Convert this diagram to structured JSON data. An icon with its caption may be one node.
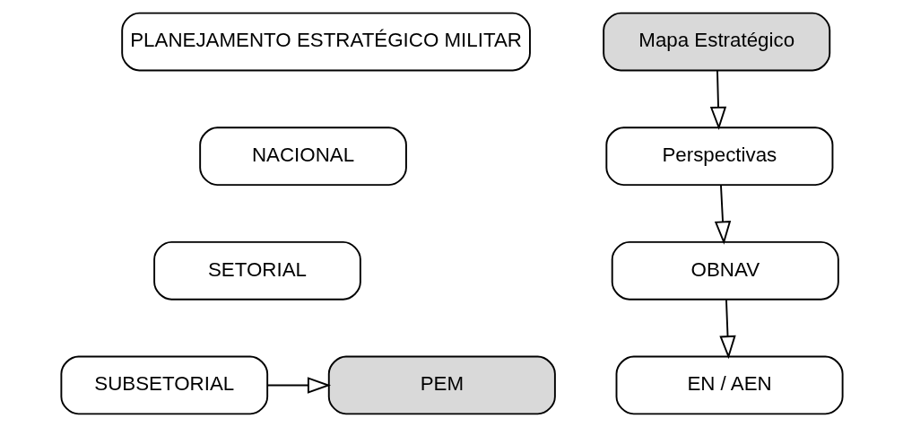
{
  "diagram": {
    "nodes": [
      {
        "text": [
          "PLANEJAMENTO ESTRATÉGICO MILITAR"
        ]
      },
      {
        "text": [
          "NACIONAL"
        ]
      },
      {
        "text": [
          "SETORIAL"
        ]
      },
      {
        "text": [
          "SUBSETORIAL"
        ]
      },
      {
        "text": [
          "PEM"
        ]
      },
      {
        "text": [
          "Mapa Estratégico"
        ]
      },
      {
        "text": [
          "Perspectivas"
        ]
      },
      {
        "text": [
          "OBNAV"
        ]
      },
      {
        "text": [
          "EN / AEN"
        ]
      }
    ],
    "edges": [
      {
        "from": 3,
        "to": 4,
        "arrow": "to"
      },
      {
        "from": 5,
        "to": 6,
        "arrow": "to"
      },
      {
        "from": 6,
        "to": 7,
        "arrow": "to"
      },
      {
        "from": 7,
        "to": 8,
        "arrow": "to"
      }
    ]
  }
}
